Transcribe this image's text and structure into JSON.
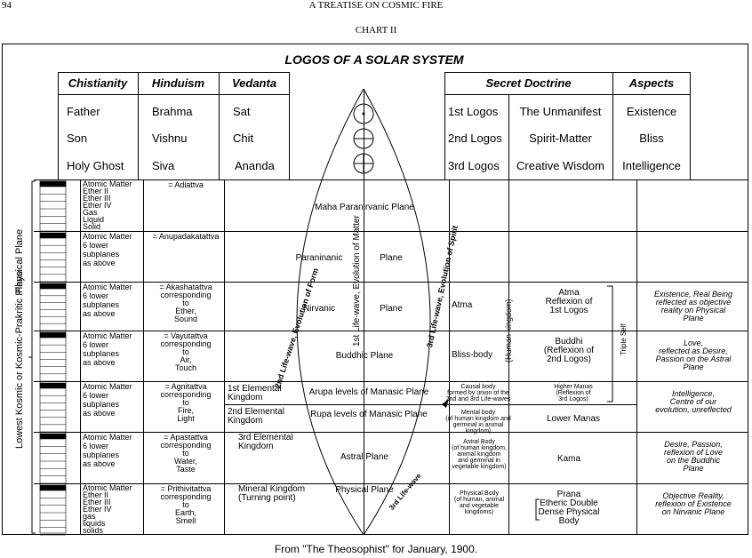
{
  "page": {
    "number": "94",
    "book_title": "A  TREATISE ON COSMIC FIRE",
    "chart_label": "CHART II",
    "title": "LOGOS OF A SOLAR SYSTEM",
    "footer": "From \"The Theosophist\" for January, 1900."
  },
  "religions": {
    "headers": [
      "Chistianity",
      "Hinduism",
      "Vedanta"
    ],
    "rows": [
      [
        "Father",
        "Brahma",
        "Sat"
      ],
      [
        "Son",
        "Vishnu",
        "Chit"
      ],
      [
        "Holy Ghost",
        "Siva",
        "Ananda"
      ]
    ]
  },
  "secret_doctrine": {
    "header": "Secret Doctrine",
    "aspects_header": "Aspects",
    "rows": [
      [
        "1st Logos",
        "The Unmanifest",
        "Existence"
      ],
      [
        "2nd Logos",
        "Spirit-Matter",
        "Bliss"
      ],
      [
        "3rd Logos",
        "Creative Wisdom",
        "Intelligence"
      ]
    ]
  },
  "left_labels": {
    "outer": "Lowest Kosmic or Kosmic-Prakritic Plane",
    "physical": "Physical Plane"
  },
  "planes": [
    {
      "matter": [
        "Atomic Matter",
        "Ether II",
        "Ether III",
        "Ether IV",
        "Gas",
        "Liquid",
        "Solid"
      ],
      "tattva": [
        "= Adiattva"
      ],
      "kingdom": [],
      "plane": "Maha Paranirvanic Plane",
      "principle": [],
      "reflex": [],
      "aspect": []
    },
    {
      "matter": [
        "Atomic Matter",
        "6 lower",
        "subplanes",
        "as above"
      ],
      "tattva": [
        "= Anupadakatattva"
      ],
      "kingdom": [],
      "plane": "Paraninanic",
      "plane_right": "Plane",
      "principle": [],
      "reflex": [],
      "aspect": []
    },
    {
      "matter": [
        "Atomic Matter",
        "6 lower",
        "subplanes",
        "as above"
      ],
      "tattva": [
        "= Akashatattva",
        "corresponding",
        "to",
        "Ether,",
        "Sound"
      ],
      "kingdom": [],
      "plane": "Nirvanic",
      "plane_right": "Plane",
      "principle": [
        "Atma"
      ],
      "reflex": [
        "Atma",
        "Reflexion of",
        "1st Logos"
      ],
      "aspect": [
        "Existence, Real Being",
        "reflected as objective",
        "reality on Physical",
        "Plane"
      ]
    },
    {
      "matter": [
        "Atomic Matter",
        "6 lower",
        "subplanes",
        "as above"
      ],
      "tattva": [
        "= Vayutattva",
        "corresponding",
        "to",
        "Air,",
        "Touch"
      ],
      "kingdom": [],
      "plane": "Buddhic Plane",
      "principle": [
        "Bliss-body"
      ],
      "reflex": [
        "Buddhi",
        "(Reflexion of",
        "2nd Logos)"
      ],
      "aspect": [
        "Love,",
        "reflected as Desire,",
        "Passion on the Astral",
        "Plane"
      ]
    },
    {
      "matter": [
        "Atomic Matter",
        "6 lower",
        "subplanes",
        "as above"
      ],
      "tattva": [
        "= Agnitattva",
        "corresponding",
        "to",
        "Fire,",
        "Light"
      ],
      "kingdom": [
        "1st Elemental",
        "Kingdom",
        "2nd Elemental",
        "Kingdom"
      ],
      "plane": "Arupa levels of Manasic Plane",
      "plane_lower": "Rupa levels of Manasic Plane",
      "principle": [
        "Causal body",
        "formed by union of the",
        "2nd and 3rd Life-waves"
      ],
      "principle_lower": [
        "Mental body",
        "(of human kingdom and",
        "germinal in animal",
        "kingdom)"
      ],
      "reflex": [
        "Higher Manas",
        "(Reflexion of",
        "3rd Logos)"
      ],
      "reflex_lower": [
        "Lower Manas"
      ],
      "aspect": [
        "Intelligence,",
        "Centre of our",
        "evolution, unreflected"
      ]
    },
    {
      "matter": [
        "Atomic Matter",
        "6 lower",
        "subplanes",
        "as above"
      ],
      "tattva": [
        "= Apastattva",
        "corresponding",
        "to",
        "Water,",
        "Taste"
      ],
      "kingdom": [
        "3rd Elemental",
        "Kingdom"
      ],
      "plane": "Astral Plane",
      "principle": [
        "Astral Body",
        "(of human kingdom,",
        "animal kingdom",
        "and germinal in",
        "vegetable kingdom)"
      ],
      "reflex": [
        "Kama"
      ],
      "aspect": [
        "Desire, Passion,",
        "reflexion of Love",
        "on the Buddhic",
        "Plane"
      ]
    },
    {
      "matter": [
        "Atomic Matter",
        "Ether II",
        "Ether III",
        "Ether IV",
        "gas",
        "liquids",
        "solids"
      ],
      "tattva": [
        "= Prithivitattva",
        "corresponding",
        "to",
        "Earth,",
        "Smell"
      ],
      "kingdom": [
        "Mineral Kingdom",
        "(Turning point)"
      ],
      "plane": "Physical Plane",
      "principle": [
        "Physical Body",
        "(of human, animal",
        "and vegetable",
        "kingdoms)"
      ],
      "reflex": [
        "Prana",
        "Etheric Double",
        "Dense Physical",
        "Body"
      ],
      "aspect": [
        "Objective Reality,",
        "reflexion of Existence",
        "on Nirvanic Plane"
      ]
    }
  ],
  "waves": {
    "first": "1st Life-wave, Evolution of Matter",
    "second": "2nd Life-wave, Evolution of Form",
    "third": "3rd Life-wave, Evolution of Spirit",
    "third_short": "3rd Life-wave",
    "human_kingdom": "(Human kingdom)",
    "triple_self": "Triple Self"
  }
}
